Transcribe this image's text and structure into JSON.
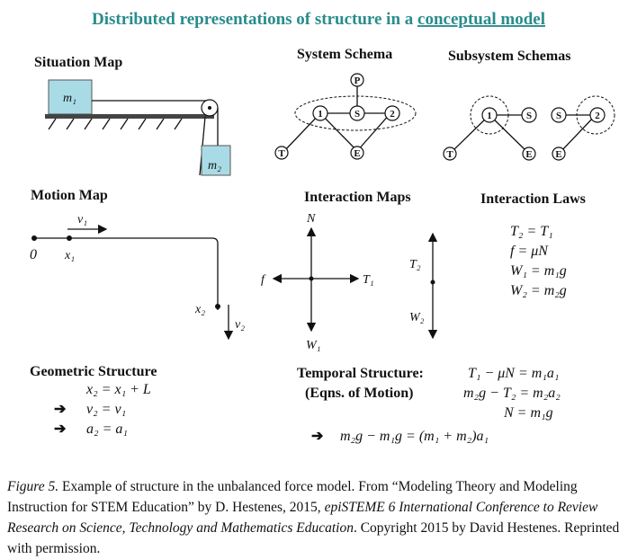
{
  "figure": {
    "title_prefix": "Distributed representations of structure in a ",
    "title_link": "conceptual model",
    "panels": {
      "situation_map": "Situation Map",
      "system_schema": "System Schema",
      "subsystem_schemas": "Subsystem Schemas",
      "motion_map": "Motion Map",
      "interaction_maps": "Interaction Maps",
      "interaction_laws": "Interaction Laws",
      "geometric_structure": "Geometric Structure",
      "temporal_structure": "Temporal Structure:",
      "temporal_sub": "(Eqns. of Motion)"
    },
    "situation": {
      "block1": "m₁",
      "block2": "m₂"
    },
    "schema_nodes": {
      "p": "P",
      "one": "1",
      "s": "S",
      "two": "2",
      "t": "T",
      "e": "E"
    },
    "motion": {
      "v1": "v₁",
      "zero": "0",
      "x1": "x₁",
      "x2": "x₂",
      "v2": "v₂"
    },
    "interaction": {
      "n": "N",
      "f": "f",
      "t1": "T₁",
      "w1": "W₁",
      "t2": "T₂",
      "w2": "W₂"
    },
    "laws": [
      "T₂ = T₁",
      "f = μN",
      "W₁ = m₁g",
      "W₂ = m₂g"
    ],
    "geometric": [
      "x₂ = x₁ + L",
      "v₂ = v₁",
      "a₂ = a₁"
    ],
    "temporal": [
      "T₁ − μN = m₁a₁",
      "m₂g − T₂ = m₂a₂",
      "N = m₁g"
    ],
    "result": "m₂g − m₁g = (m₁ + m₂)a₁",
    "arrow": "➔"
  },
  "caption": {
    "label": "Figure 5.",
    "text1": " Example of structure in the unbalanced force model. From “Modeling Theory and Modeling Instruction for STEM Education” by D. Hestenes, 2015, ",
    "venue": "epiSTEME 6 International Conference to Review Research on Science, Technology and Mathematics Education",
    "text2": ". Copyright 2015 by David Hestenes. Reprinted with permission."
  }
}
